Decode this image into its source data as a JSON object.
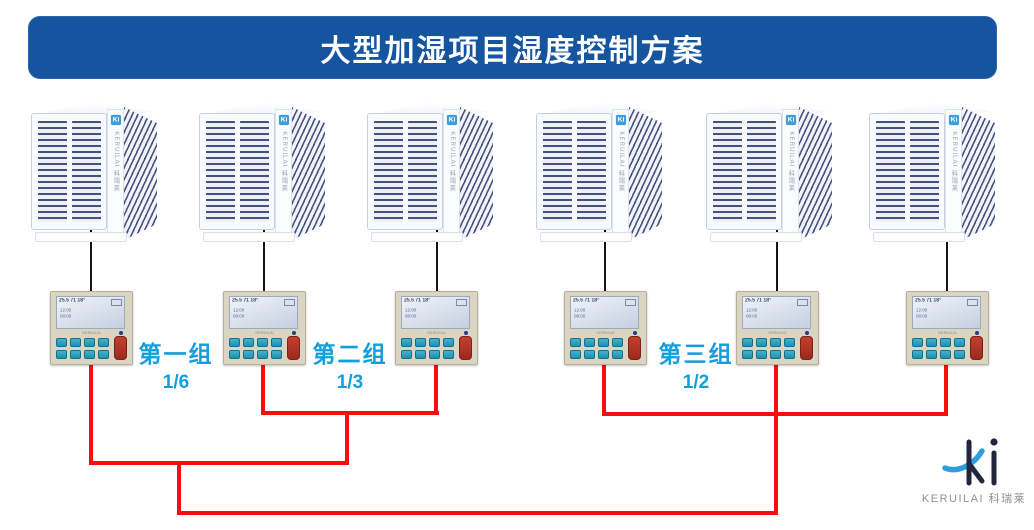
{
  "title": "大型加湿项目湿度控制方案",
  "groups": [
    {
      "name": "第一组",
      "ratio": "1/6"
    },
    {
      "name": "第二组",
      "ratio": "1/3"
    },
    {
      "name": "第三组",
      "ratio": "1/2"
    }
  ],
  "unit": {
    "badge": "Ki",
    "brand_vertical": "KERUILAI 科瑞莱"
  },
  "controller": {
    "lcd_status": "25.5  71  18°",
    "lcd_time1": "12:00",
    "lcd_time2": "08:00",
    "brand": "KERUILAI"
  },
  "logo": {
    "caption": "KERUILAI 科瑞莱"
  },
  "colors": {
    "banner_blue": "#15549e",
    "group_label_blue": "#129fdc",
    "signal_wire_red": "#f70f0f",
    "power_wire_black": "#151515",
    "unit_louver_navy": "#47507c",
    "badge_blue": "#3e9fd8",
    "key_teal": "#2fa6c2",
    "key_red": "#b23327",
    "logo_navy": "#20263c",
    "logo_blue": "#2d9ee2"
  }
}
